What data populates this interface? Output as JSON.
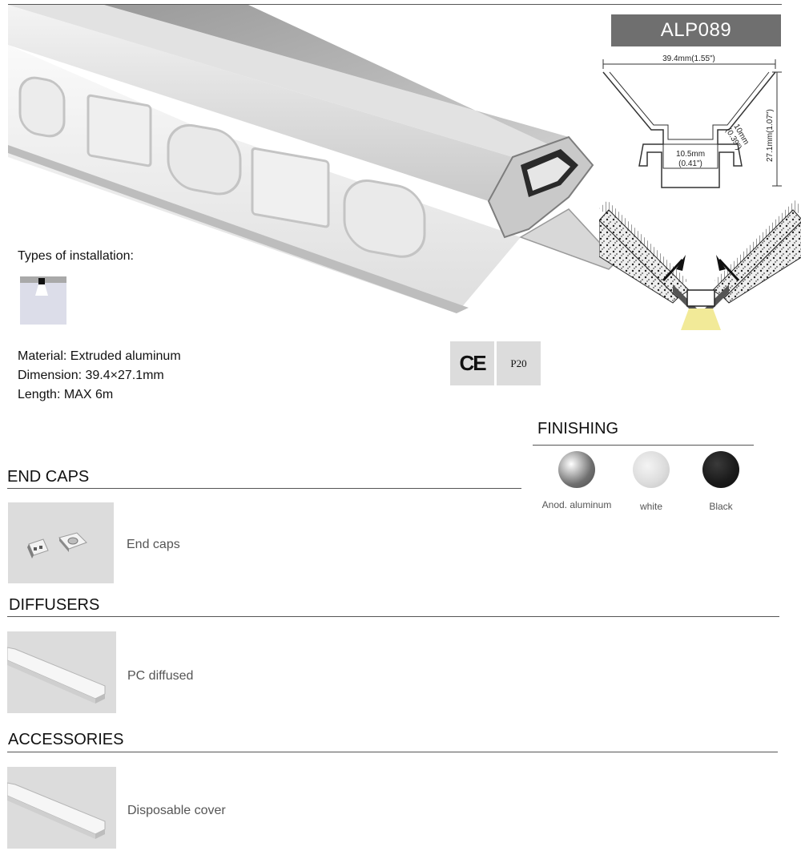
{
  "product": {
    "model": "ALP089"
  },
  "drawing": {
    "width_label": "39.4mm(1.55\")",
    "height_label": "27.1mm(1.07\")",
    "inner_width_label_1": "10.5mm",
    "inner_width_label_2": "(0.41\")",
    "depth_label_1": "10mm",
    "depth_label_2": "(0.39\")"
  },
  "installation": {
    "label": "Types of installation:"
  },
  "specs": {
    "material": "Material: Extruded aluminum",
    "dimension": "Dimension: 39.4×27.1mm",
    "length": "Length: MAX 6m"
  },
  "certifications": {
    "ce": "CE",
    "ip": "P20"
  },
  "finishing": {
    "title": "FINISHING",
    "items": [
      {
        "label": "Anod. aluminum",
        "color": "#8a8a8a"
      },
      {
        "label": "white",
        "color": "#d7d7d7"
      },
      {
        "label": "Black",
        "color": "#1b1b1b"
      }
    ]
  },
  "end_caps": {
    "title": "END CAPS",
    "item": "End caps"
  },
  "diffusers": {
    "title": "DIFFUSERS",
    "item": "PC diffused"
  },
  "accessories": {
    "title": "ACCESSORIES",
    "item": "Disposable cover"
  }
}
